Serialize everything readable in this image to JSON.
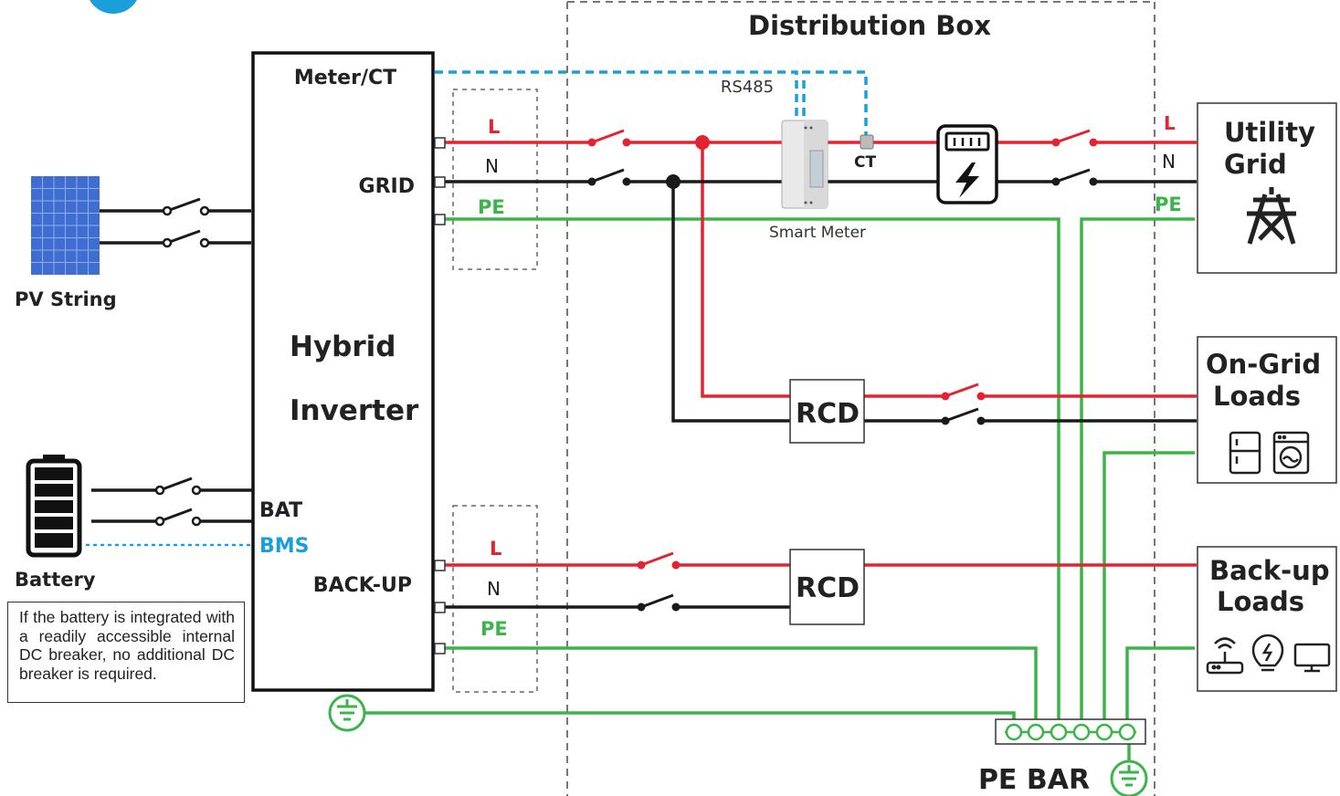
{
  "colors": {
    "line_live": "#e32430",
    "line_neutral": "#1a1a1a",
    "line_pe": "#3bb54a",
    "comm": "#1a9fdb",
    "frame": "#222222",
    "dashed_box": "#777777",
    "ground": "#3bb54a"
  },
  "distribution_box": {
    "title": "Distribution Box"
  },
  "inverter": {
    "title_line1": "Hybrid",
    "title_line2": "Inverter",
    "port_meter": "Meter/CT",
    "port_grid": "GRID",
    "port_bat": "BAT",
    "port_bms": "BMS",
    "port_backup": "BACK-UP"
  },
  "comm": {
    "rs485": "RS485",
    "ct": "CT"
  },
  "smart_meter": {
    "label": "Smart Meter",
    "icon": "smart-meter-icon"
  },
  "energy_meter": {
    "icon": "energy-meter-icon"
  },
  "grid_terminals": {
    "l": "L",
    "n": "N",
    "pe": "PE"
  },
  "backup_terminals": {
    "l": "L",
    "n": "N",
    "pe": "PE"
  },
  "utility_terminals": {
    "l": "L",
    "n": "N",
    "pe": "PE"
  },
  "pv": {
    "label": "PV String",
    "icon": "solar-panel-icon"
  },
  "battery": {
    "label": "Battery",
    "icon": "battery-icon",
    "note": "If the battery is integrated with a readily accessible internal DC breaker, no additional DC breaker is required."
  },
  "utility_grid": {
    "line1": "Utility",
    "line2": "Grid",
    "icon": "power-tower-icon"
  },
  "on_grid_loads": {
    "line1": "On-Grid",
    "line2": "Loads",
    "icons": [
      "refrigerator-icon",
      "washing-machine-icon"
    ]
  },
  "backup_loads": {
    "line1": "Back-up",
    "line2": "Loads",
    "icons": [
      "router-icon",
      "light-bulb-icon",
      "monitor-icon"
    ]
  },
  "rcd1": {
    "label": "RCD"
  },
  "rcd2": {
    "label": "RCD"
  },
  "pe_bar": {
    "label": "PE BAR"
  }
}
